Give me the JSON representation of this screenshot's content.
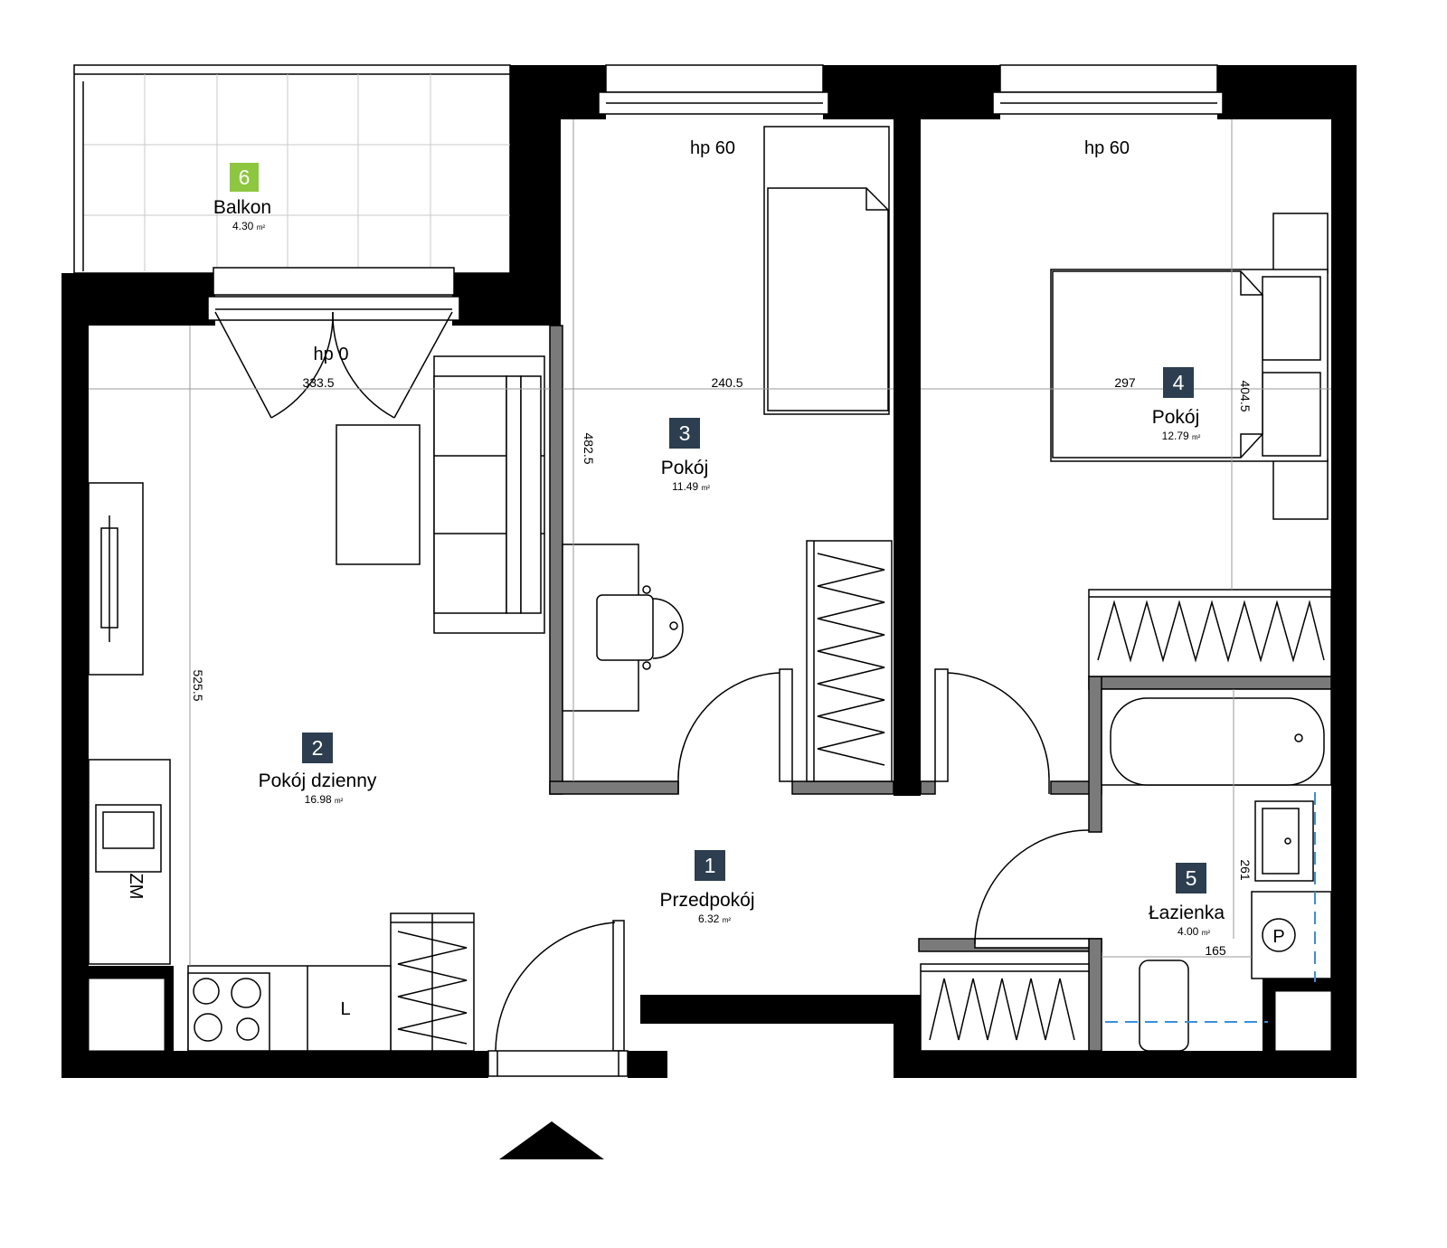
{
  "rooms": [
    {
      "number": "1",
      "name": "Przedpokój",
      "area": "6.32",
      "unit": "m²"
    },
    {
      "number": "2",
      "name": "Pokój dzienny",
      "area": "16.98",
      "unit": "m²"
    },
    {
      "number": "3",
      "name": "Pokój",
      "area": "11.49",
      "unit": "m²"
    },
    {
      "number": "4",
      "name": "Pokój",
      "area": "12.79",
      "unit": "m²"
    },
    {
      "number": "5",
      "name": "Łazienka",
      "area": "4.00",
      "unit": "m²"
    },
    {
      "number": "6",
      "name": "Balkon",
      "area": "4.30",
      "unit": "m²"
    }
  ],
  "window_heights": [
    "hp 60",
    "hp 60",
    "hp 0"
  ],
  "dimensions": [
    "333.5",
    "240.5",
    "297",
    "404.5",
    "482.5",
    "525.5",
    "261",
    "165"
  ],
  "fixture_labels": {
    "fridge": "L",
    "washer": "ZM",
    "boiler": "P"
  },
  "colors": {
    "badge": "#2c3e4f",
    "balcony_badge": "#8dc63f",
    "interior_wall": "#7a7a7a",
    "dashed_line": "#3a8fd9"
  }
}
